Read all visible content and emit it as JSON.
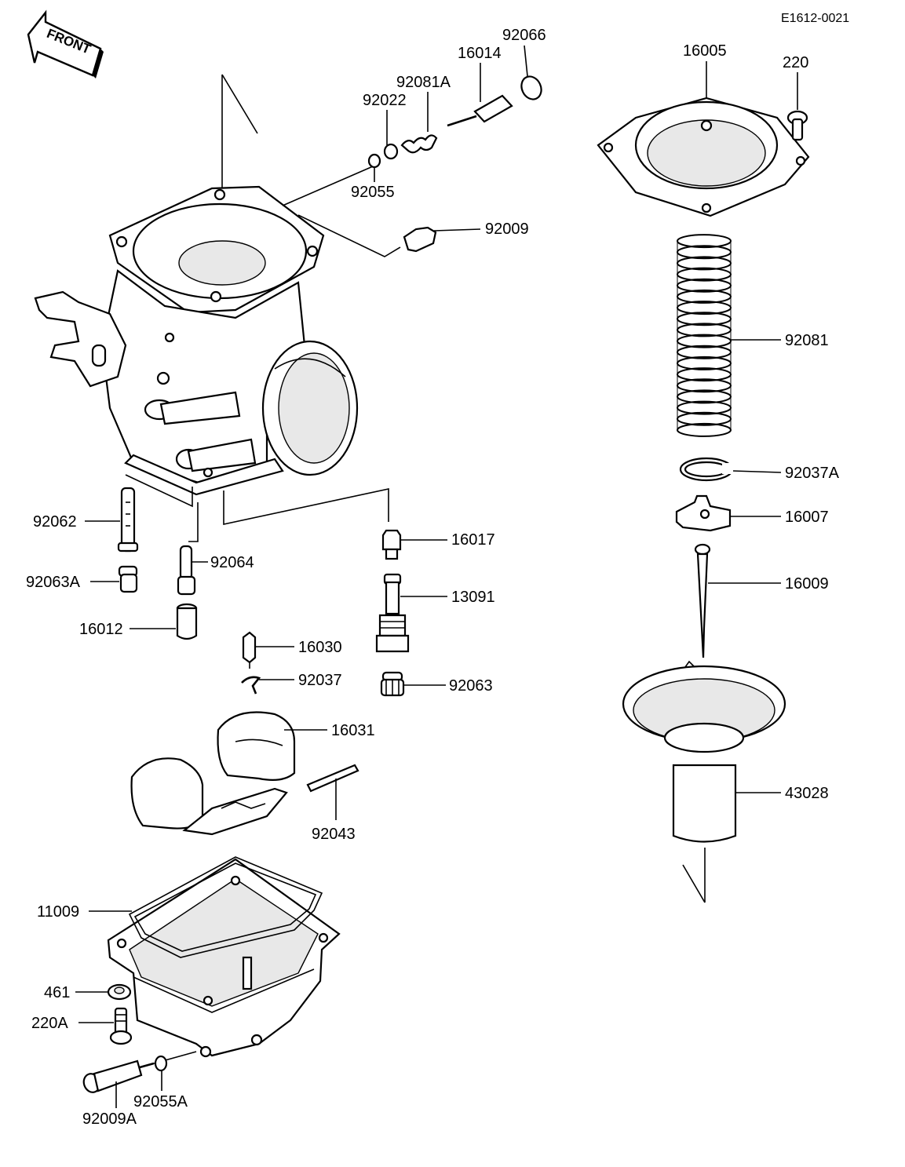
{
  "diagram": {
    "code": "E1612-0021",
    "front_label": "FRONT",
    "labels": {
      "p92066": "92066",
      "p16014": "16014",
      "p92081A": "92081A",
      "p92022": "92022",
      "p92055": "92055",
      "p92009": "92009",
      "p16005": "16005",
      "p220": "220",
      "p92081": "92081",
      "p92037A": "92037A",
      "p16007": "16007",
      "p16009": "16009",
      "p43028": "43028",
      "p92062": "92062",
      "p92063A": "92063A",
      "p92064": "92064",
      "p16012": "16012",
      "p16017": "16017",
      "p13091": "13091",
      "p16030": "16030",
      "p92037": "92037",
      "p92063": "92063",
      "p16031": "16031",
      "p92043": "92043",
      "p11009": "11009",
      "p461": "461",
      "p220A": "220A",
      "p92055A": "92055A",
      "p92009A": "92009A"
    }
  }
}
